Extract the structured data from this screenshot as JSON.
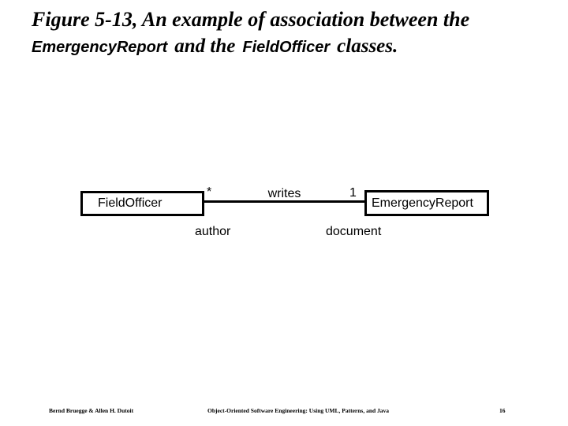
{
  "slide": {
    "title": {
      "line1": "Figure 5-13, An example of association between the",
      "line2": [
        {
          "text": "EmergencyReport"
        },
        {
          "text": "and the"
        },
        {
          "text": "FieldOfficer"
        },
        {
          "text": "classes."
        }
      ]
    },
    "diagram": {
      "left_class_name": "FieldOfficer",
      "right_class_name": "EmergencyReport",
      "association_label": "writes",
      "left_multiplicity": "*",
      "right_multiplicity": "1",
      "left_role": "author",
      "right_role": "document"
    },
    "footer": {
      "authors": "Bernd Bruegge & Allen H. Dutoit",
      "book_title": "Object-Oriented Software Engineering: Using UML, Patterns, and Java",
      "page_number": "16"
    },
    "colors": {
      "background": "#ffffff",
      "text": "#000000",
      "box_border": "#000000",
      "box_fill": "#ffffff"
    }
  }
}
